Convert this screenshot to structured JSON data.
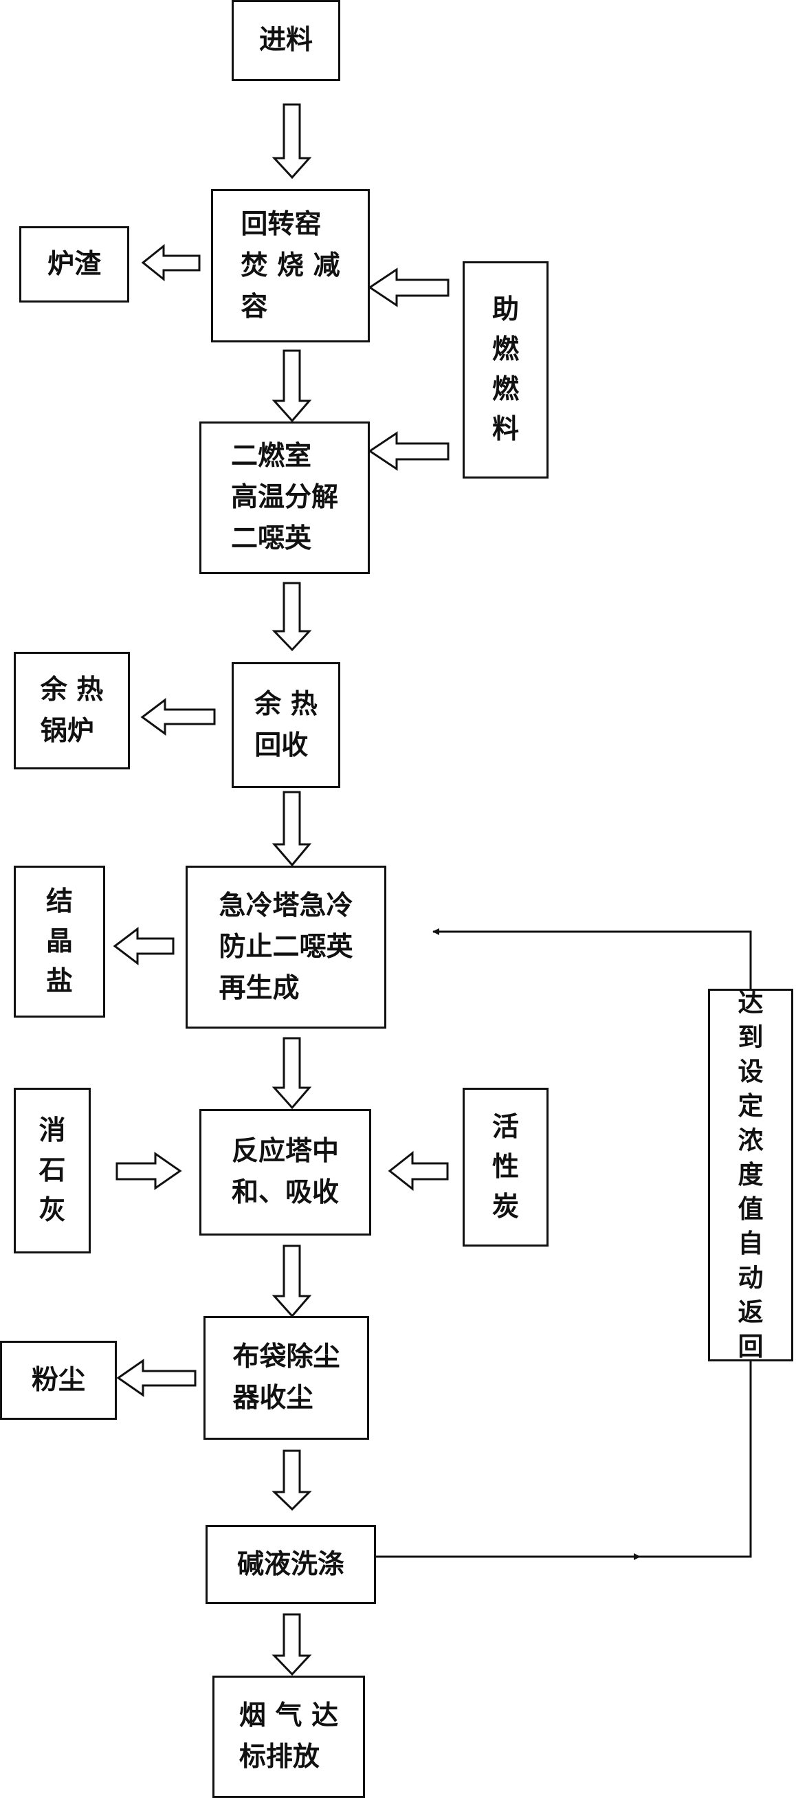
{
  "nodes": {
    "feed": "进料",
    "kiln": "回转窑\n焚 烧 减\n容",
    "slag": "炉渣",
    "aux_fuel": "助燃燃料",
    "secondary": "二燃室\n高温分解\n二噁英",
    "heat_recovery": "余 热\n回收",
    "boiler": "余 热\n锅炉",
    "quench": "急冷塔急冷\n防止二噁英\n再生成",
    "salt": "结晶盐",
    "reactor": "反应塔中\n和、吸收",
    "lime": "消石灰",
    "carbon": "活性炭",
    "baghouse": "布袋除尘\n器收尘",
    "dust": "粉尘",
    "scrubber": "碱液洗涤",
    "stack": "烟 气 达\n标排放",
    "return": "达到设定浓度值自动返回"
  }
}
